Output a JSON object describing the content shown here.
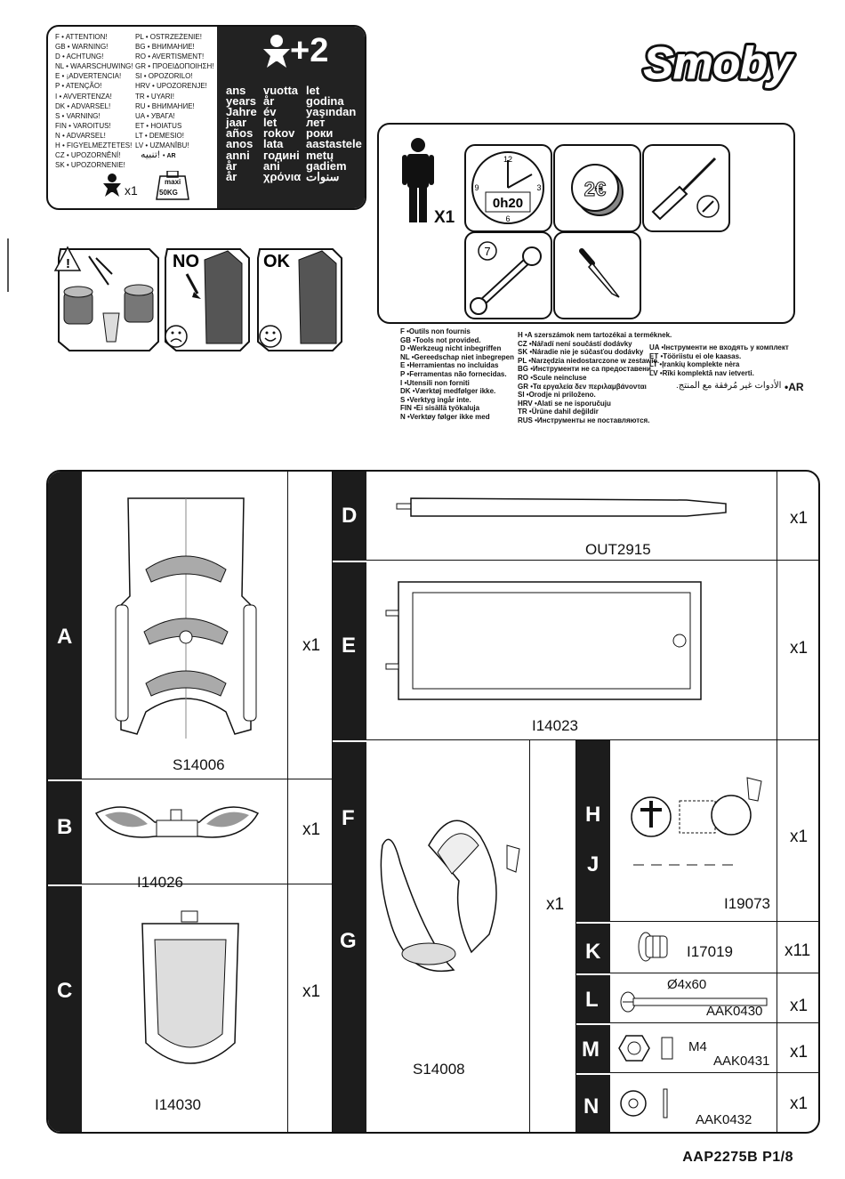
{
  "warning": {
    "left_col": [
      "F • ATTENTION!",
      "GB • WARNING!",
      "D • ACHTUNG!",
      "NL • WAARSCHUWING!",
      "E • ¡ADVERTENCIA!",
      "P • ATENÇÃO!",
      "I • AVVERTENZA!",
      "DK • ADVARSEL!",
      "S • VARNING!",
      "FIN • VAROITUS!",
      "N • ADVARSEL!",
      "H • FIGYELMEZTETES!",
      "CZ • UPOZORNĚNÍ!",
      "SK • UPOZORNENIE!"
    ],
    "right_col": [
      "PL • OSTRZEŻENIE!",
      "BG • ВНИМАНИЕ!",
      "RO • AVERTISMENT!",
      "GR • ΠΡΟΕΙΔΟΠΟΙΗΣΗ!",
      "SI • OPOZORILO!",
      "HRV • UPOZORENJE!",
      "TR • UYARI!",
      "RU • ВНИМАНИЕ!",
      "UA • УВАГА!",
      "ET • HOIATUS",
      "LT • DEMESIO!",
      "LV • UZMANĪBU!"
    ],
    "ar_line": "تنبيه!",
    "ar_code": "• AR",
    "child_count": "x1",
    "maxi_label": "maxi",
    "maxi_weight": "50KG",
    "age_plus": "+2",
    "age_col1": [
      "ans",
      "years",
      "Jahre",
      "jaar",
      "años",
      "anos",
      "anni",
      "år",
      "år"
    ],
    "age_col2": [
      "vuotta",
      "år",
      "év",
      "let",
      "rokov",
      "lata",
      "годині",
      "ani",
      "χρόνια"
    ],
    "age_col3": [
      "let",
      "godina",
      "yaşından",
      "лет",
      "роки",
      "aastastele",
      "metų",
      "gadiem",
      "سنوات"
    ]
  },
  "logo": {
    "text": "Smoby"
  },
  "tools": {
    "person_count": "X1",
    "time": "0h20",
    "clock_numbers": [
      "12",
      "3",
      "6",
      "9"
    ],
    "coin": "2€",
    "wrench_size": "7",
    "not_provided_1": [
      "F •Outils non fournis",
      "GB •Tools not provided.",
      "D •Werkzeug nicht inbegriffen",
      "NL •Gereedschap niet inbegrepen",
      "E •Herramientas no incluidas",
      "P •Ferramentas não fornecidas.",
      "I •Utensili non forniti",
      "DK •Værktøj medfølger ikke.",
      "S •Verktyg ingår inte.",
      "FIN •Ei sisällä työkaluja",
      "N •Verktøy følger ikke med"
    ],
    "not_provided_2": [
      "H •A szerszámok nem tartozékai a terméknek.",
      "CZ •Nářadí není součástí dodávky",
      "SK •Náradie nie je súčasťou dodávky",
      "PL •Narzędzia niedostarczone w zestawie.",
      "BG •Инструменти не са предоставени.",
      "RO •Scule neincluse",
      "GR •Τα εργαλεία δεν περιλαμβάνονται",
      "SI •Orodje ni priloženo.",
      "HRV •Alati se ne isporučuju",
      "TR •Ürüne dahil değildir",
      "RUS •Инструменты не поставляются."
    ],
    "not_provided_3": [
      "UA •Інструменти не входять у комплект",
      "ET •Tööriistu ei ole kaasas.",
      "LT •Įrankių komplekte nėra",
      "LV •Rīki komplektā nav ietverti."
    ],
    "ar_text": "الأدوات غير مُرفقة مع المنتج.",
    "ar_code": "•AR"
  },
  "bin_panel": {
    "no": "NO",
    "ok": "OK"
  },
  "parts": {
    "A": {
      "letter": "A",
      "code": "S14006",
      "qty": "x1"
    },
    "B": {
      "letter": "B",
      "code": "I14026",
      "qty": "x1"
    },
    "C": {
      "letter": "C",
      "code": "I14030",
      "qty": "x1"
    },
    "D": {
      "letter": "D",
      "code": "OUT2915",
      "qty": "x1"
    },
    "E": {
      "letter": "E",
      "code": "I14023",
      "qty": "x1"
    },
    "F": {
      "letter": "F"
    },
    "G": {
      "letter": "G",
      "code": "S14008",
      "qty": "x1"
    },
    "H": {
      "letter": "H"
    },
    "J": {
      "letter": "J",
      "code": "I19073",
      "qty": "x1"
    },
    "K": {
      "letter": "K",
      "code": "I17019",
      "qty": "x11"
    },
    "L": {
      "letter": "L",
      "code": "AAK0430",
      "dim": "Ø4x60",
      "qty": "x1"
    },
    "M": {
      "letter": "M",
      "code": "AAK0431",
      "dim": "M4",
      "qty": "x1"
    },
    "N": {
      "letter": "N",
      "code": "AAK0432",
      "qty": "x1"
    }
  },
  "footer": "AAP2275B P1/8"
}
